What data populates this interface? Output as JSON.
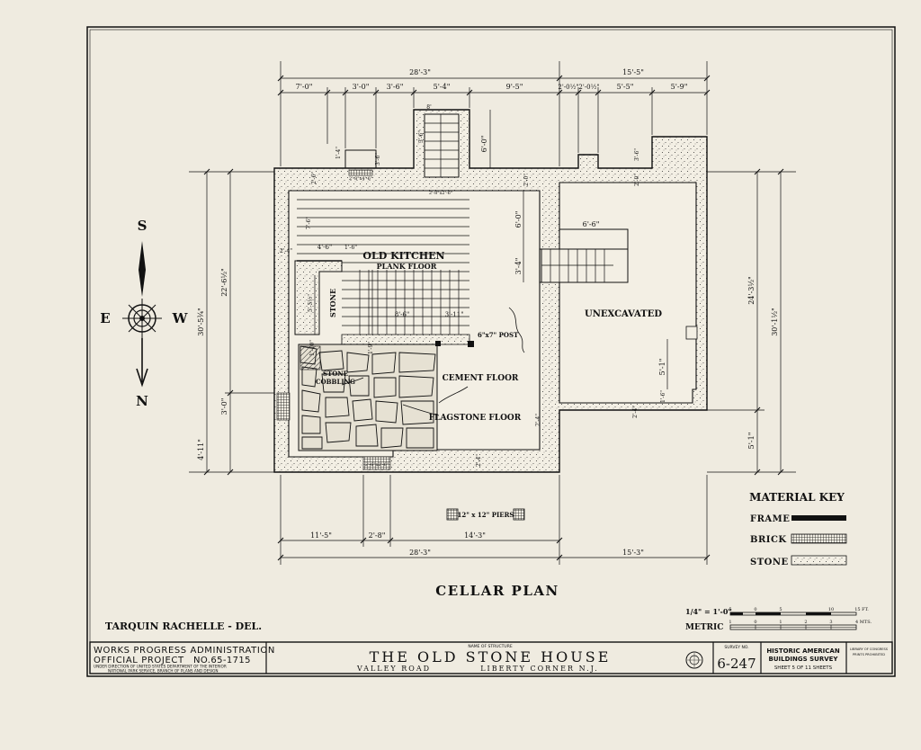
{
  "compass": {
    "s": "S",
    "e": "E",
    "w": "W",
    "n": "N"
  },
  "dimensions": {
    "top_total_left": "28'-3\"",
    "top_total_right": "15'-5\"",
    "top_segments": [
      "7'-0\"",
      "3'-0\"",
      "3'-6\"",
      "5'-4\"",
      "9'-5\"",
      "2'-0½\"",
      "2'-0½\"",
      "5'-5\"",
      "5'-9\""
    ],
    "stair_dims": [
      "6'-0\"",
      "3'-6\"",
      "1'-4\"",
      "3'-6\"",
      "8'",
      "2'-0\"",
      "3'-6\"",
      "2'-0\""
    ],
    "window_dims": [
      "2'-8\"x4'-6\"",
      "2'-8\"x2'-6\"",
      "2'-6\"x2'-6\""
    ],
    "left_overall": "30'-5¾\"",
    "left_inner": "22'-6½\"",
    "left_lower": "4'-11\"",
    "left_lower2": "3'-0\"",
    "right_overall": "30'-1½\"",
    "right_inner": "24'-3½\"",
    "right_lower": "5'-1\"",
    "interior": [
      "2'-6\"",
      "4'-6\"",
      "1'-6\"",
      "2'-4\"",
      "7'-6\"",
      "5'-5½\"",
      "8'-6\"",
      "3'-11\"",
      "6'-0\"",
      "3'-4\"",
      "6'-6\"",
      "2'-4\"",
      "5'-1\"",
      "1'-6\"",
      "1'-10\"",
      "1'-9\"",
      "2'-4\"",
      "2'-4\""
    ],
    "bottom_segments": [
      "11'-5\"",
      "2'-8\"",
      "14'-3\""
    ],
    "bottom_total_left": "28'-3\"",
    "bottom_total_right": "15'-3\""
  },
  "labels": {
    "old_kitchen": "OLD KITCHEN",
    "plank_floor": "PLANK FLOOR",
    "stone": "STONE",
    "post": "6\"x7\" POST",
    "unexcavated": "UNEXCAVATED",
    "cement_floor": "CEMENT FLOOR",
    "stone_cobbling_1": "STONE",
    "stone_cobbling_2": "COBBLING",
    "flagstone_floor": "FLAGSTONE FLOOR",
    "piers": "12\" x 12\" PIERS"
  },
  "material_key": {
    "title": "MATERIAL KEY",
    "items": [
      {
        "label": "FRAME",
        "pattern": "solid"
      },
      {
        "label": "BRICK",
        "pattern": "grid"
      },
      {
        "label": "STONE",
        "pattern": "stipple"
      }
    ]
  },
  "plan_title": "CELLAR PLAN",
  "delineator": "TARQUIN RACHELLE - DEL.",
  "scales": {
    "imperial_label": "1/4\" = 1'-0\"",
    "imperial_ticks": [
      "5",
      "0",
      "5",
      "10",
      "15 FT."
    ],
    "metric_label": "METRIC",
    "metric_ticks": [
      "1",
      "0",
      "1",
      "2",
      "3",
      "4 MTS."
    ]
  },
  "title_block": {
    "wpa": "WORKS PROGRESS ADMINISTRATION",
    "project": "OFFICIAL PROJECT",
    "project_no": "NO.65-1715",
    "under1": "UNDER DIRECTION OF UNITED STATES DEPARTMENT OF THE INTERIOR",
    "under2": "NATIONAL PARK SERVICE, BRANCH OF PLANS AND DESIGN",
    "name_caption": "NAME OF STRUCTURE",
    "structure": "THE OLD STONE HOUSE",
    "location_road": "VALLEY ROAD",
    "location_town": "LIBERTY CORNER N.J.",
    "survey_caption": "SURVEY NO.",
    "survey_no": "6-247",
    "habs1": "HISTORIC AMERICAN",
    "habs2": "BUILDINGS SURVEY",
    "sheet": "SHEET 5 OF 11 SHEETS",
    "lib1": "LIBRARY OF CONGRESS",
    "lib2": "PRINTS PROHIBITED"
  }
}
